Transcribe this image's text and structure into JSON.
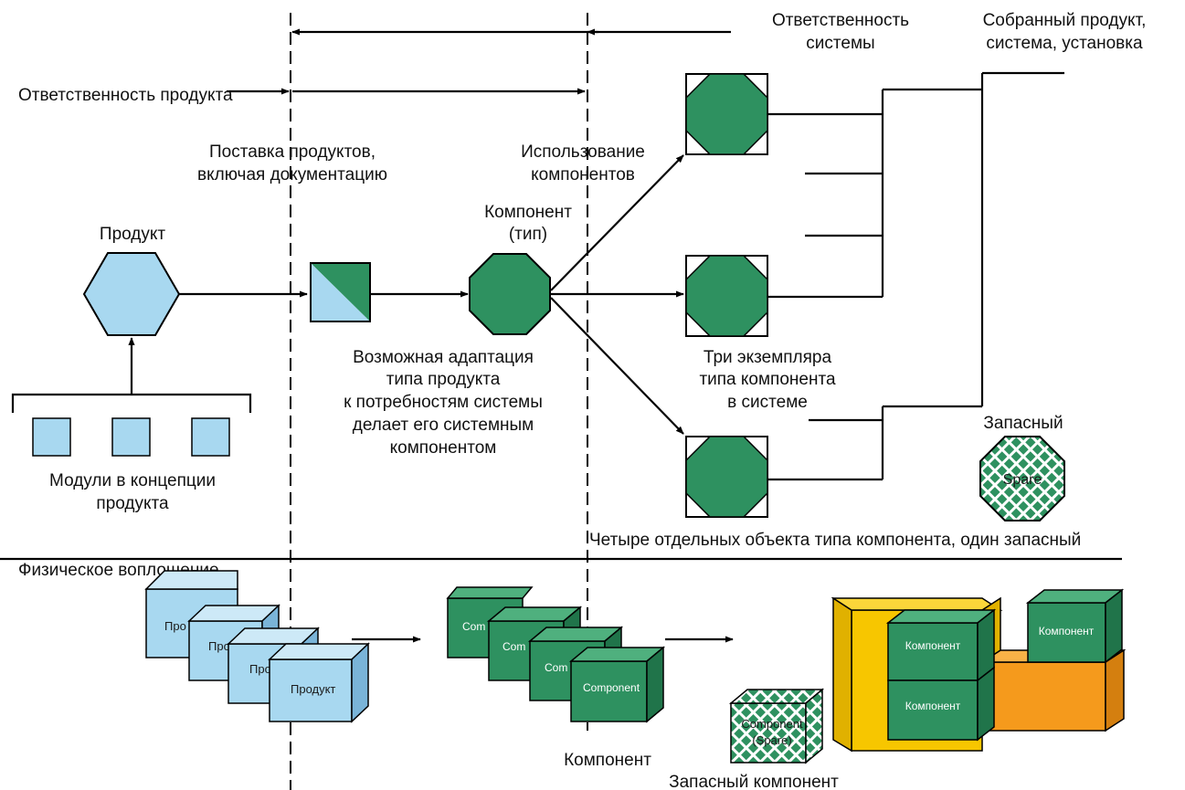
{
  "labels": {
    "product_responsibility": "Ответственность продукта",
    "system_responsibility_1": "Ответственность",
    "system_responsibility_2": "системы",
    "assembled_1": "Собранный продукт,",
    "assembled_2": "система, установка",
    "delivery_1": "Поставка продуктов,",
    "delivery_2": "включая документацию",
    "usage_1": "Использование",
    "usage_2": "компонентов",
    "component_type_1": "Компонент",
    "component_type_2": "(тип)",
    "product": "Продукт",
    "adaptation_1": "Возможная адаптация",
    "adaptation_2": "типа продукта",
    "adaptation_3": "к потребностям системы",
    "adaptation_4": "делает его системным",
    "adaptation_5": "компонентом",
    "three_instances_1": "Три экземпляра",
    "three_instances_2": "типа компонента",
    "three_instances_3": "в системе",
    "spare": "Запасный",
    "spare_inner": "Spare",
    "modules_1": "Модули в концепции",
    "modules_2": "продукта",
    "four_objects": "Четыре отдельных объекта типа компонента, один запасный",
    "physical": "Физическое воплощение",
    "component_bottom": "Компонент",
    "spare_component": "Запасный компонент"
  },
  "boxes": {
    "product_partial": "Про",
    "product_full": "Продукт",
    "component_en_partial": "Com",
    "component_en": "Component",
    "component_spare_1": "Component",
    "component_spare_2": "(Spare)",
    "component_ru": "Компонент"
  },
  "colors": {
    "product_blue": "#a8d8f0",
    "component_green": "#2e9160",
    "assembly_yellow": "#f7c600",
    "assembly_orange": "#f59a1c"
  }
}
